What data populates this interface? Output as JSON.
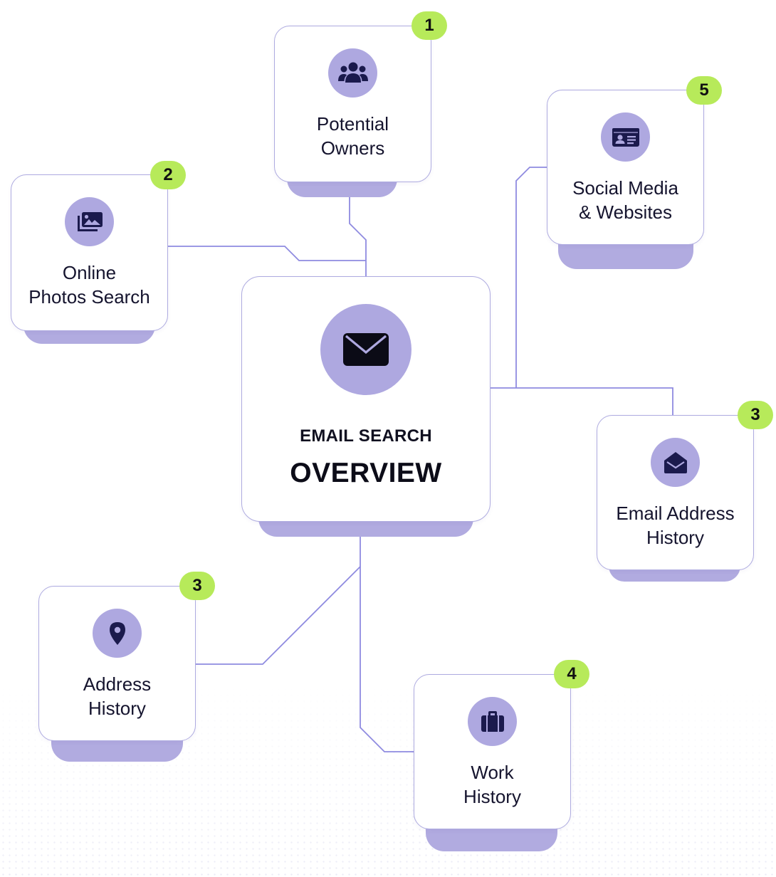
{
  "center": {
    "icon": "envelope-icon",
    "subtitle": "EMAIL SEARCH",
    "title": "OVERVIEW"
  },
  "nodes": [
    {
      "key": "potential-owners",
      "icon": "users-group-icon",
      "line1": "Potential",
      "line2": "Owners",
      "count": "1"
    },
    {
      "key": "online-photos",
      "icon": "photos-icon",
      "line1": "Online",
      "line2": "Photos Search",
      "count": "2"
    },
    {
      "key": "social-media",
      "icon": "id-card-icon",
      "line1": "Social Media",
      "line2": "& Websites",
      "count": "5"
    },
    {
      "key": "email-history",
      "icon": "open-envelope-icon",
      "line1": "Email Address",
      "line2": "History",
      "count": "3"
    },
    {
      "key": "address-history",
      "icon": "map-pin-icon",
      "line1": "Address",
      "line2": "History",
      "count": "3"
    },
    {
      "key": "work-history",
      "icon": "briefcase-icon",
      "line1": "Work",
      "line2": "History",
      "count": "4"
    }
  ],
  "colors": {
    "card_border": "#aeabe0",
    "card_shadow": "#b1abe0",
    "icon_circle": "#aea8e0",
    "icon_glyph": "#1b1a4d",
    "badge": "#b7ea5a",
    "connector": "#8f8be0"
  }
}
